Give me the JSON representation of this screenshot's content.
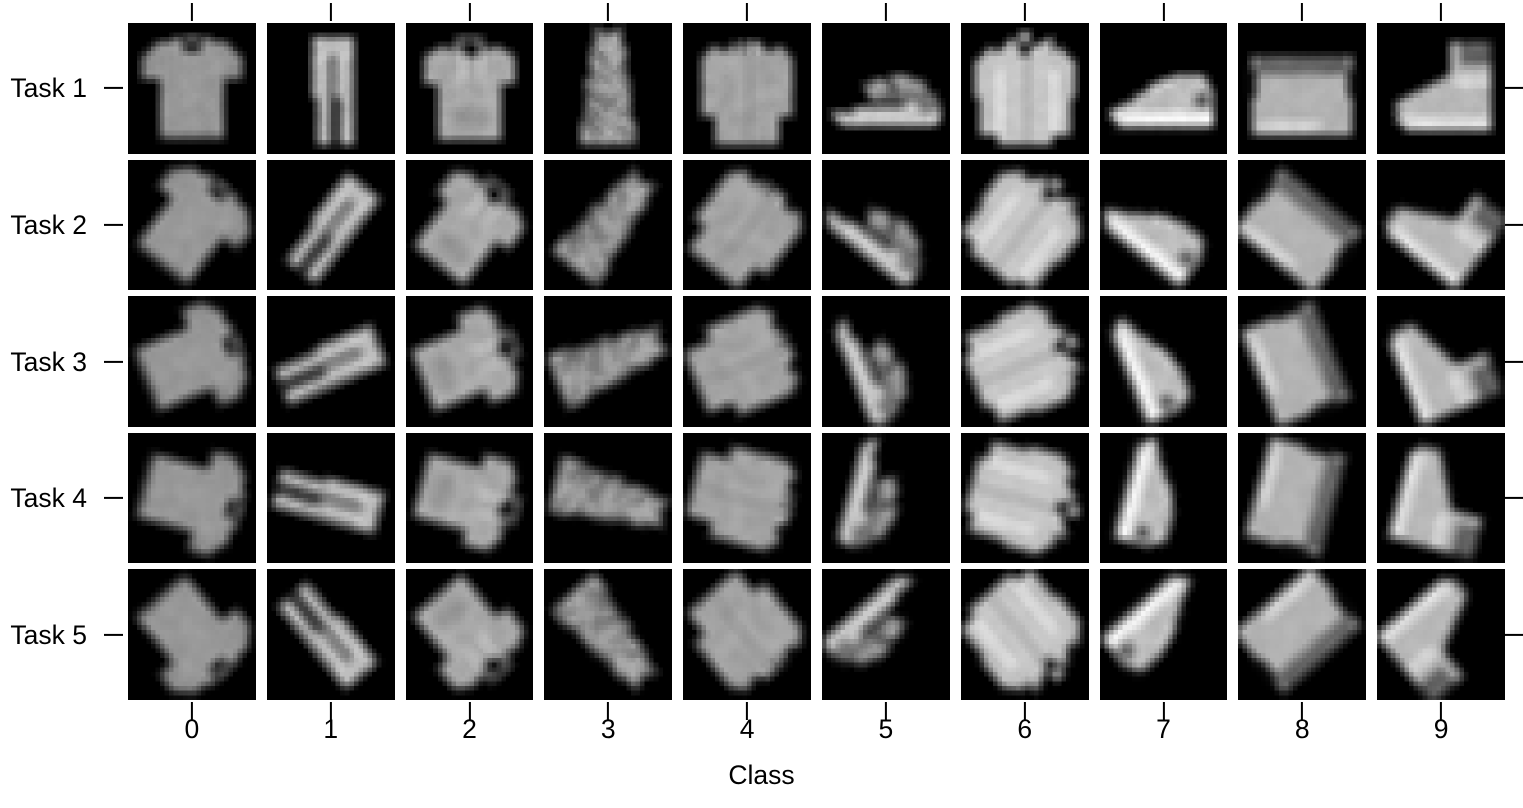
{
  "figure": {
    "background_color": "#ffffff",
    "image_background_color": "#000000",
    "tick_color": "#000000",
    "text_color": "#000000"
  },
  "axes": {
    "x_title": "Class",
    "y_title": "",
    "x_tick_labels": [
      "0",
      "1",
      "2",
      "3",
      "4",
      "5",
      "6",
      "7",
      "8",
      "9"
    ],
    "y_tick_labels": [
      "Task 1",
      "Task 2",
      "Task 3",
      "Task 4",
      "Task 5"
    ]
  },
  "chart_data": {
    "type": "heatmap",
    "title": "",
    "subtitle": "",
    "xlabel": "Class",
    "ylabel": "",
    "grid": false,
    "legend": "none",
    "rows": 5,
    "cols": 10,
    "x": [
      0,
      1,
      2,
      3,
      4,
      5,
      6,
      7,
      8,
      9
    ],
    "categories": [
      "0",
      "1",
      "2",
      "3",
      "4",
      "5",
      "6",
      "7",
      "8",
      "9"
    ],
    "row_categories": [
      "Task 1",
      "Task 2",
      "Task 3",
      "Task 4",
      "Task 5"
    ],
    "cell_kind": "grayscale-image-28x28",
    "class_names": [
      "t-shirt",
      "trouser",
      "pullover",
      "dress",
      "coat",
      "sandal",
      "shirt",
      "sneaker",
      "bag",
      "ankle-boot"
    ],
    "row_rotations_degrees": [
      0,
      38,
      68,
      105,
      140
    ],
    "cells": [
      {
        "row": 0,
        "col": 0,
        "task": "Task 1",
        "class": 0,
        "class_name": "t-shirt",
        "rotation": 0
      },
      {
        "row": 0,
        "col": 1,
        "task": "Task 1",
        "class": 1,
        "class_name": "trouser",
        "rotation": 0
      },
      {
        "row": 0,
        "col": 2,
        "task": "Task 1",
        "class": 2,
        "class_name": "pullover",
        "rotation": 0
      },
      {
        "row": 0,
        "col": 3,
        "task": "Task 1",
        "class": 3,
        "class_name": "dress",
        "rotation": 0
      },
      {
        "row": 0,
        "col": 4,
        "task": "Task 1",
        "class": 4,
        "class_name": "coat",
        "rotation": 0
      },
      {
        "row": 0,
        "col": 5,
        "task": "Task 1",
        "class": 5,
        "class_name": "sandal",
        "rotation": 0
      },
      {
        "row": 0,
        "col": 6,
        "task": "Task 1",
        "class": 6,
        "class_name": "shirt",
        "rotation": 0
      },
      {
        "row": 0,
        "col": 7,
        "task": "Task 1",
        "class": 7,
        "class_name": "sneaker",
        "rotation": 0
      },
      {
        "row": 0,
        "col": 8,
        "task": "Task 1",
        "class": 8,
        "class_name": "bag",
        "rotation": 0
      },
      {
        "row": 0,
        "col": 9,
        "task": "Task 1",
        "class": 9,
        "class_name": "ankle-boot",
        "rotation": 0
      },
      {
        "row": 1,
        "col": 0,
        "task": "Task 2",
        "class": 0,
        "class_name": "t-shirt",
        "rotation": 38
      },
      {
        "row": 1,
        "col": 1,
        "task": "Task 2",
        "class": 1,
        "class_name": "trouser",
        "rotation": 38
      },
      {
        "row": 1,
        "col": 2,
        "task": "Task 2",
        "class": 2,
        "class_name": "pullover",
        "rotation": 38
      },
      {
        "row": 1,
        "col": 3,
        "task": "Task 2",
        "class": 3,
        "class_name": "dress",
        "rotation": 38
      },
      {
        "row": 1,
        "col": 4,
        "task": "Task 2",
        "class": 4,
        "class_name": "coat",
        "rotation": 38
      },
      {
        "row": 1,
        "col": 5,
        "task": "Task 2",
        "class": 5,
        "class_name": "sandal",
        "rotation": 38
      },
      {
        "row": 1,
        "col": 6,
        "task": "Task 2",
        "class": 6,
        "class_name": "shirt",
        "rotation": 38
      },
      {
        "row": 1,
        "col": 7,
        "task": "Task 2",
        "class": 7,
        "class_name": "sneaker",
        "rotation": 38
      },
      {
        "row": 1,
        "col": 8,
        "task": "Task 2",
        "class": 8,
        "class_name": "bag",
        "rotation": 38
      },
      {
        "row": 1,
        "col": 9,
        "task": "Task 2",
        "class": 9,
        "class_name": "ankle-boot",
        "rotation": 38
      },
      {
        "row": 2,
        "col": 0,
        "task": "Task 3",
        "class": 0,
        "class_name": "t-shirt",
        "rotation": 68
      },
      {
        "row": 2,
        "col": 1,
        "task": "Task 3",
        "class": 1,
        "class_name": "trouser",
        "rotation": 68
      },
      {
        "row": 2,
        "col": 2,
        "task": "Task 3",
        "class": 2,
        "class_name": "pullover",
        "rotation": 68
      },
      {
        "row": 2,
        "col": 3,
        "task": "Task 3",
        "class": 3,
        "class_name": "dress",
        "rotation": 68
      },
      {
        "row": 2,
        "col": 4,
        "task": "Task 3",
        "class": 4,
        "class_name": "coat",
        "rotation": 68
      },
      {
        "row": 2,
        "col": 5,
        "task": "Task 3",
        "class": 5,
        "class_name": "sandal",
        "rotation": 68
      },
      {
        "row": 2,
        "col": 6,
        "task": "Task 3",
        "class": 6,
        "class_name": "shirt",
        "rotation": 68
      },
      {
        "row": 2,
        "col": 7,
        "task": "Task 3",
        "class": 7,
        "class_name": "sneaker",
        "rotation": 68
      },
      {
        "row": 2,
        "col": 8,
        "task": "Task 3",
        "class": 8,
        "class_name": "bag",
        "rotation": 68
      },
      {
        "row": 2,
        "col": 9,
        "task": "Task 3",
        "class": 9,
        "class_name": "ankle-boot",
        "rotation": 68
      },
      {
        "row": 3,
        "col": 0,
        "task": "Task 4",
        "class": 0,
        "class_name": "t-shirt",
        "rotation": 105
      },
      {
        "row": 3,
        "col": 1,
        "task": "Task 4",
        "class": 1,
        "class_name": "trouser",
        "rotation": 105
      },
      {
        "row": 3,
        "col": 2,
        "task": "Task 4",
        "class": 2,
        "class_name": "pullover",
        "rotation": 105
      },
      {
        "row": 3,
        "col": 3,
        "task": "Task 4",
        "class": 3,
        "class_name": "dress",
        "rotation": 105
      },
      {
        "row": 3,
        "col": 4,
        "task": "Task 4",
        "class": 4,
        "class_name": "coat",
        "rotation": 105
      },
      {
        "row": 3,
        "col": 5,
        "task": "Task 4",
        "class": 5,
        "class_name": "sandal",
        "rotation": 105
      },
      {
        "row": 3,
        "col": 6,
        "task": "Task 4",
        "class": 6,
        "class_name": "shirt",
        "rotation": 105
      },
      {
        "row": 3,
        "col": 7,
        "task": "Task 4",
        "class": 7,
        "class_name": "sneaker",
        "rotation": 105
      },
      {
        "row": 3,
        "col": 8,
        "task": "Task 4",
        "class": 8,
        "class_name": "bag",
        "rotation": 105
      },
      {
        "row": 3,
        "col": 9,
        "task": "Task 4",
        "class": 9,
        "class_name": "ankle-boot",
        "rotation": 105
      },
      {
        "row": 4,
        "col": 0,
        "task": "Task 5",
        "class": 0,
        "class_name": "t-shirt",
        "rotation": 140
      },
      {
        "row": 4,
        "col": 1,
        "task": "Task 5",
        "class": 1,
        "class_name": "trouser",
        "rotation": 140
      },
      {
        "row": 4,
        "col": 2,
        "task": "Task 5",
        "class": 2,
        "class_name": "pullover",
        "rotation": 140
      },
      {
        "row": 4,
        "col": 3,
        "task": "Task 5",
        "class": 3,
        "class_name": "dress",
        "rotation": 140
      },
      {
        "row": 4,
        "col": 4,
        "task": "Task 5",
        "class": 4,
        "class_name": "coat",
        "rotation": 140
      },
      {
        "row": 4,
        "col": 5,
        "task": "Task 5",
        "class": 5,
        "class_name": "sandal",
        "rotation": 140
      },
      {
        "row": 4,
        "col": 6,
        "task": "Task 5",
        "class": 6,
        "class_name": "shirt",
        "rotation": 140
      },
      {
        "row": 4,
        "col": 7,
        "task": "Task 5",
        "class": 7,
        "class_name": "sneaker",
        "rotation": 140
      },
      {
        "row": 4,
        "col": 8,
        "task": "Task 5",
        "class": 8,
        "class_name": "bag",
        "rotation": 140
      },
      {
        "row": 4,
        "col": 9,
        "task": "Task 5",
        "class": 9,
        "class_name": "ankle-boot",
        "rotation": 140
      }
    ]
  }
}
